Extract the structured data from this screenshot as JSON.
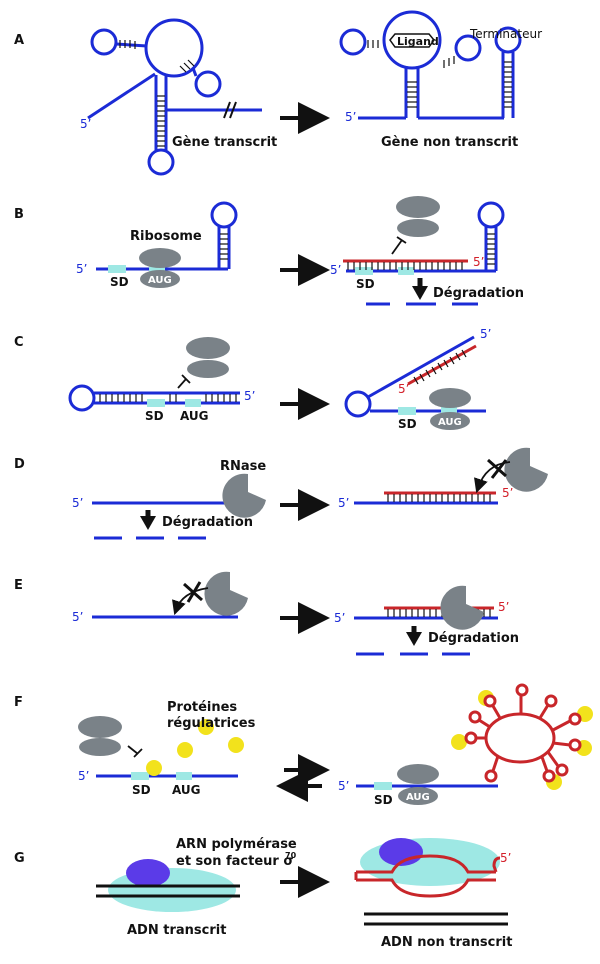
{
  "panels": {
    "A": {
      "letter": "A",
      "left_label": "Gène transcrit",
      "right_label": "Gène non transcrit",
      "ligand": "Ligand",
      "terminator": "Terminateur",
      "five_prime": "5’"
    },
    "B": {
      "letter": "B",
      "ribosome": "Ribosome",
      "sd": "SD",
      "aug": "AUG",
      "degradation": "Dégradation",
      "five_prime": "5’"
    },
    "C": {
      "letter": "C",
      "sd": "SD",
      "aug": "AUG",
      "five_prime": "5’"
    },
    "D": {
      "letter": "D",
      "rnase": "RNase",
      "degradation": "Dégradation",
      "five_prime": "5’"
    },
    "E": {
      "letter": "E",
      "degradation": "Dégradation",
      "five_prime": "5’"
    },
    "F": {
      "letter": "F",
      "proteins_line1": "Protéines",
      "proteins_line2": "régulatrices",
      "sd": "SD",
      "aug": "AUG",
      "five_prime": "5’"
    },
    "G": {
      "letter": "G",
      "polymerase_line1": "ARN polymérase",
      "polymerase_line2": "et son facteur σ",
      "sigma_sup": "70",
      "left_label": "ADN transcrit",
      "right_label": "ADN non transcrit",
      "five_prime": "5’"
    }
  },
  "colors": {
    "rna_blue": "#1b2bd6",
    "rna_red": "#c8262a",
    "ribosome_grey": "#7a8288",
    "protein_yellow": "#f2e21c",
    "polymerase_purple": "#5b3be8",
    "sigma_cyan": "#9ee8e4"
  }
}
